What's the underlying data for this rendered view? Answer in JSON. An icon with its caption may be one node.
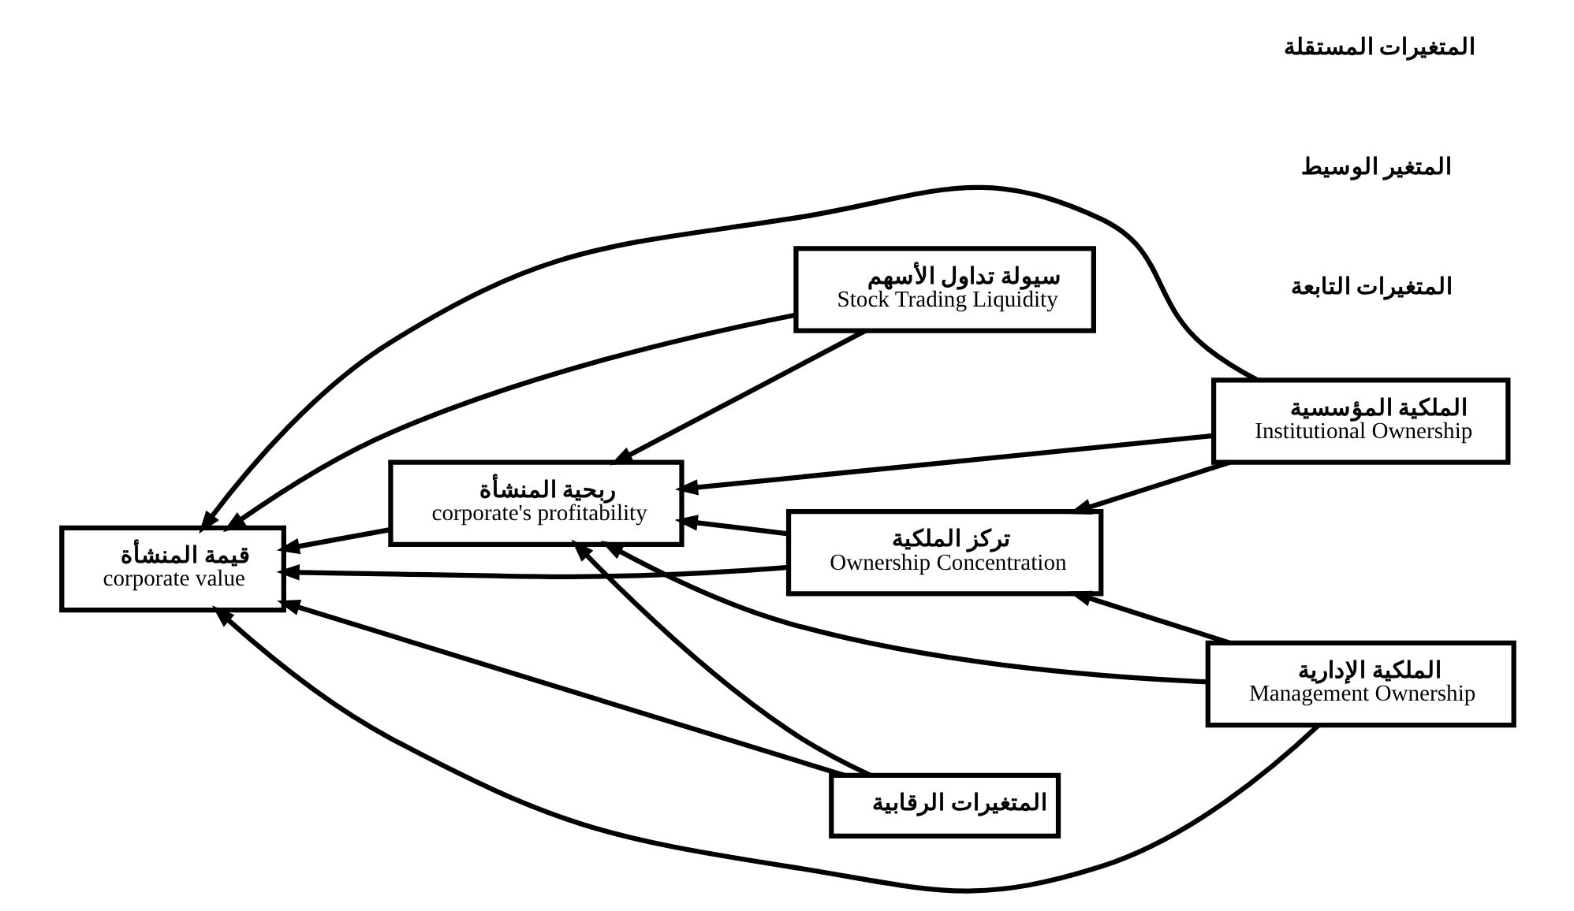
{
  "diagram": {
    "nodes": [
      {
        "text": [
          "ربحية المنشأة",
          "corporate's profitability"
        ]
      },
      {
        "text": [
          "سيولة تداول الأسهم",
          "Stock Trading Liquidity"
        ]
      },
      {
        "text": [
          "الملكية المؤسسية",
          "Institutional Ownership"
        ]
      },
      {
        "text": [
          "تركز الملكية",
          "Ownership Concentration"
        ]
      },
      {
        "text": [
          "المتغيرات الرقابية"
        ]
      },
      {
        "text": [
          "قيمة المنشأة",
          "corporate value"
        ]
      },
      {
        "text": [
          "الملكية الإدارية",
          "Management Ownership"
        ]
      }
    ],
    "edges": [
      {
        "from": 2,
        "to": 3,
        "arrow": "to"
      },
      {
        "from": 6,
        "to": 3,
        "arrow": "to"
      },
      {
        "from": 3,
        "to": 0,
        "arrow": "to"
      },
      {
        "from": 3,
        "to": 5,
        "arrow": "to"
      },
      {
        "from": 2,
        "to": 0,
        "arrow": "to"
      },
      {
        "from": 2,
        "to": 5,
        "arrow": "to"
      },
      {
        "from": 6,
        "to": 0,
        "arrow": "to"
      },
      {
        "from": 6,
        "to": 5,
        "arrow": "to"
      },
      {
        "from": 1,
        "to": 0,
        "arrow": "to"
      },
      {
        "from": 1,
        "to": 5,
        "arrow": "to"
      },
      {
        "from": 4,
        "to": 0,
        "arrow": "to"
      },
      {
        "from": 4,
        "to": 5,
        "arrow": "to"
      },
      {
        "from": 0,
        "to": 5,
        "arrow": "to"
      }
    ],
    "labels": [
      "المتغيرات التابعة",
      "المتغير الوسيط",
      "المتغيرات المستقلة"
    ]
  }
}
